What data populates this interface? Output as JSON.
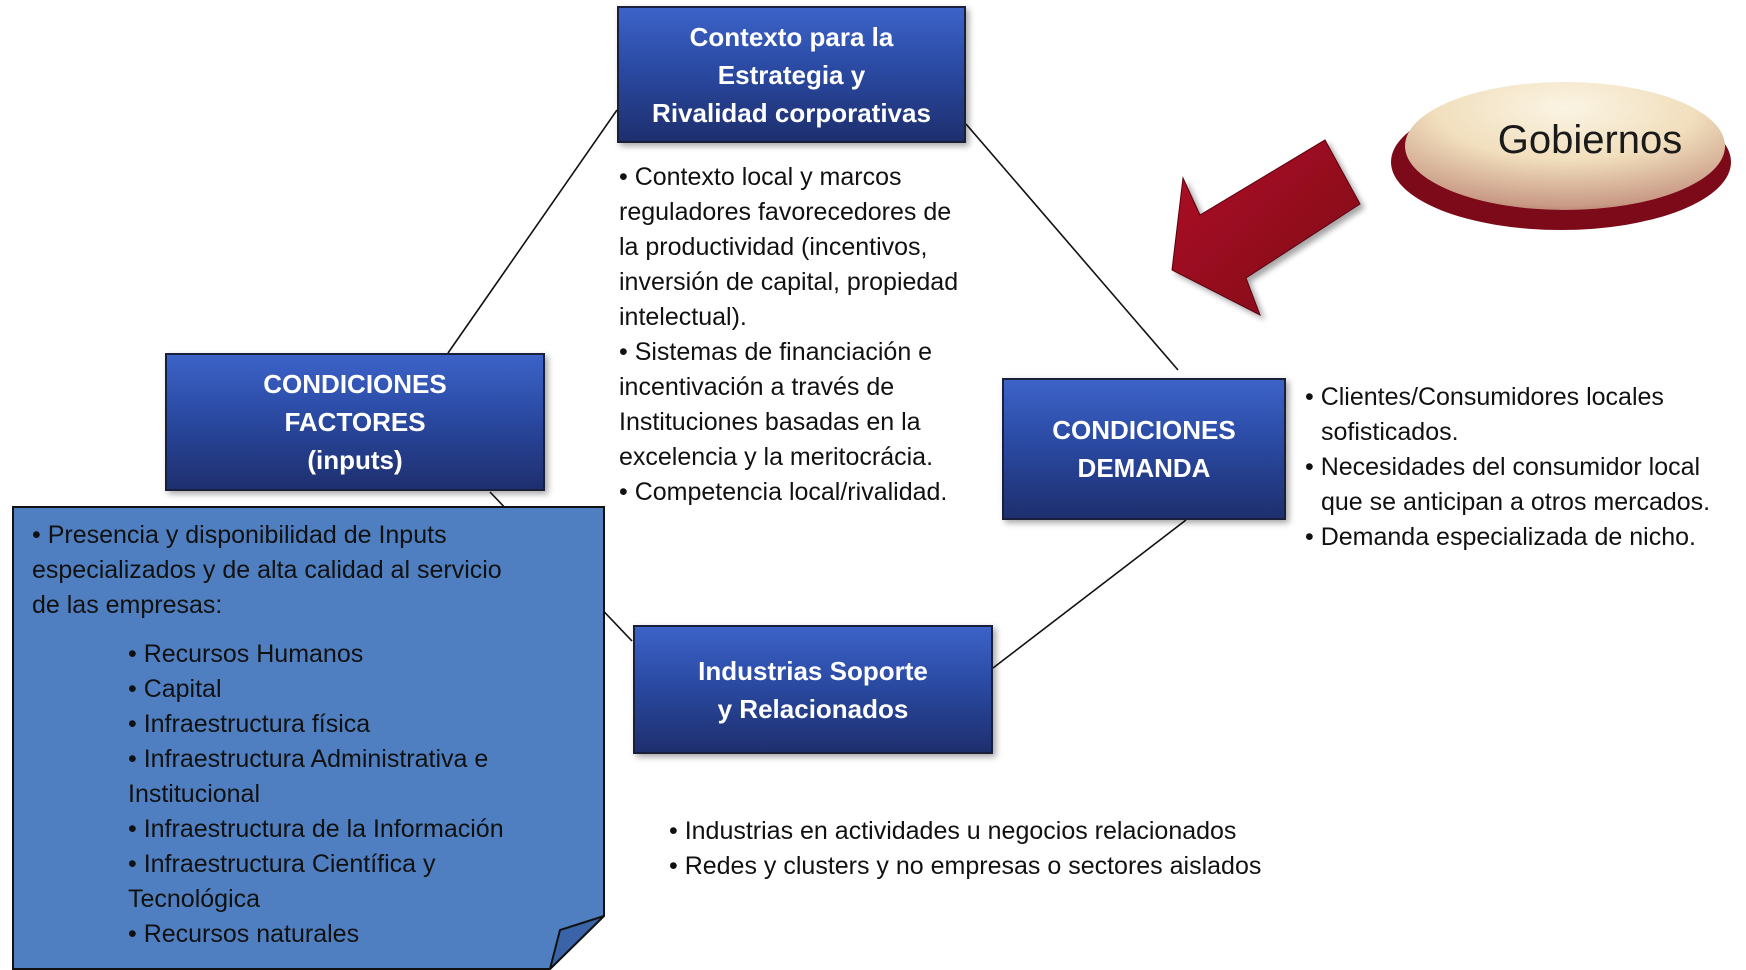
{
  "top_box": {
    "lines": [
      "Contexto para la",
      "Estrategia y",
      "Rivalidad corporativas"
    ]
  },
  "left_box": {
    "lines": [
      "CONDICIONES",
      "FACTORES",
      "(inputs)"
    ]
  },
  "right_box": {
    "lines": [
      "CONDICIONES",
      "DEMANDA"
    ]
  },
  "bottom_box": {
    "lines": [
      "Industrias Soporte",
      "y Relacionados"
    ]
  },
  "government": {
    "label": "Gobiernos"
  },
  "strategy_bullets": [
    "• Contexto local y marcos",
    "reguladores favorecedores de",
    "la productividad (incentivos,",
    "inversión de capital, propiedad",
    "intelectual).",
    "• Sistemas de financiación e",
    "incentivación a través de",
    "Instituciones basadas en la",
    "excelencia y la meritocrácia.",
    "• Competencia local/rivalidad."
  ],
  "demand_bullets": [
    "• Clientes/Consumidores locales",
    "  sofisticados.",
    "• Necesidades del consumidor local",
    "  que se anticipan a otros mercados.",
    "• Demanda especializada de nicho."
  ],
  "industry_bullets": [
    "• Industrias en actividades u negocios relacionados",
    "• Redes y clusters y no empresas o sectores aislados"
  ],
  "factors_note": {
    "intro": [
      "• Presencia y disponibilidad de Inputs",
      " especializados y de alta calidad al servicio",
      "de las empresas:"
    ],
    "items": [
      "• Recursos Humanos",
      "• Capital",
      "• Infraestructura física",
      "• Infraestructura Administrativa e",
      "Institucional",
      "• Infraestructura de la Información",
      "• Infraestructura Científica y",
      "Tecnológica",
      "• Recursos naturales"
    ]
  },
  "colors": {
    "box_top": "#3d63c9",
    "box_bottom": "#1e2f6e",
    "note_fill": "#4f7fc0",
    "arrow": "#9b0a1f",
    "ellipse_light": "#f4e6c8",
    "ellipse_dark": "#8a0d1c"
  }
}
